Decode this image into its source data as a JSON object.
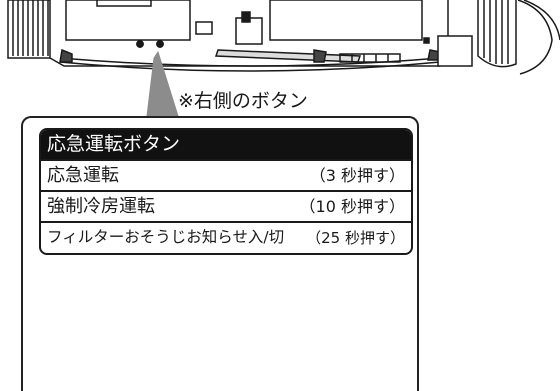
{
  "callout": {
    "label": "※右側のボタン"
  },
  "button_panel": {
    "title": "応急運転ボタン",
    "rows": [
      {
        "function": "応急運転",
        "press": "（3 秒押す）"
      },
      {
        "function": "強制冷房運転",
        "press": "（10 秒押す）"
      },
      {
        "function": "フィルターおそうじお知らせ入/切",
        "press": "（25 秒押す）"
      }
    ]
  },
  "colors": {
    "ink": "#1a1a1a",
    "header_bg": "#111111",
    "pointer_gray": "#8c8c8c",
    "button_face": "#b5b5b5"
  },
  "icons": [
    "down-arrow-icon",
    "round-button-icon",
    "pressing-hand-icon"
  ]
}
